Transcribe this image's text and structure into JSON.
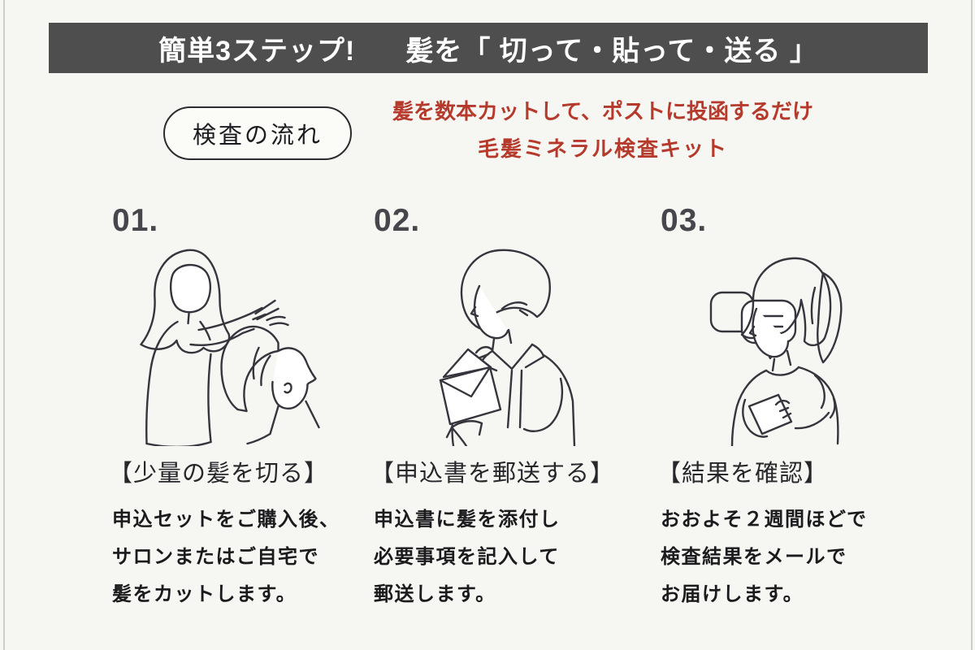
{
  "page": {
    "background": "#f6f6f2",
    "edge_line_color": "#cdcdca"
  },
  "header": {
    "background": "#4e4e4e",
    "text_color": "#ffffff",
    "title_left": "簡単3ステップ!",
    "title_right": "髪を「 切って・貼って・送る 」"
  },
  "intro": {
    "badge_label": "検査の流れ",
    "tagline_line1": "髪を数本カットして、ポストに投函するだけ",
    "tagline_line2": "毛髪ミネラル検査キット",
    "tagline_color": "#b53a2c"
  },
  "steps": [
    {
      "number": "01.",
      "illustration": "stylist-cutting-hair",
      "title": "【少量の髪を切る】",
      "lines": [
        "申込セットをご購入後、",
        "サロンまたはご自宅で",
        "髪をカットします。"
      ]
    },
    {
      "number": "02.",
      "illustration": "person-mailing-envelope",
      "title": "【申込書を郵送する】",
      "lines": [
        "申込書に髪を添付し",
        "必要事項を記入して",
        "郵送します。"
      ]
    },
    {
      "number": "03.",
      "illustration": "woman-checking-phone",
      "title": "【結果を確認】",
      "lines": [
        "おおよそ２週間ほどで",
        "検査結果をメールで",
        "お届けします。"
      ]
    }
  ],
  "illustration_colors": {
    "line": "#35353d",
    "stylist_hair_pink": "#f4d6db",
    "client_hair_blue": "#b0c1cc",
    "mail_person_hair_yellow": "#f6f0a3",
    "phone_woman_hair_gray": "#aabdc7"
  }
}
